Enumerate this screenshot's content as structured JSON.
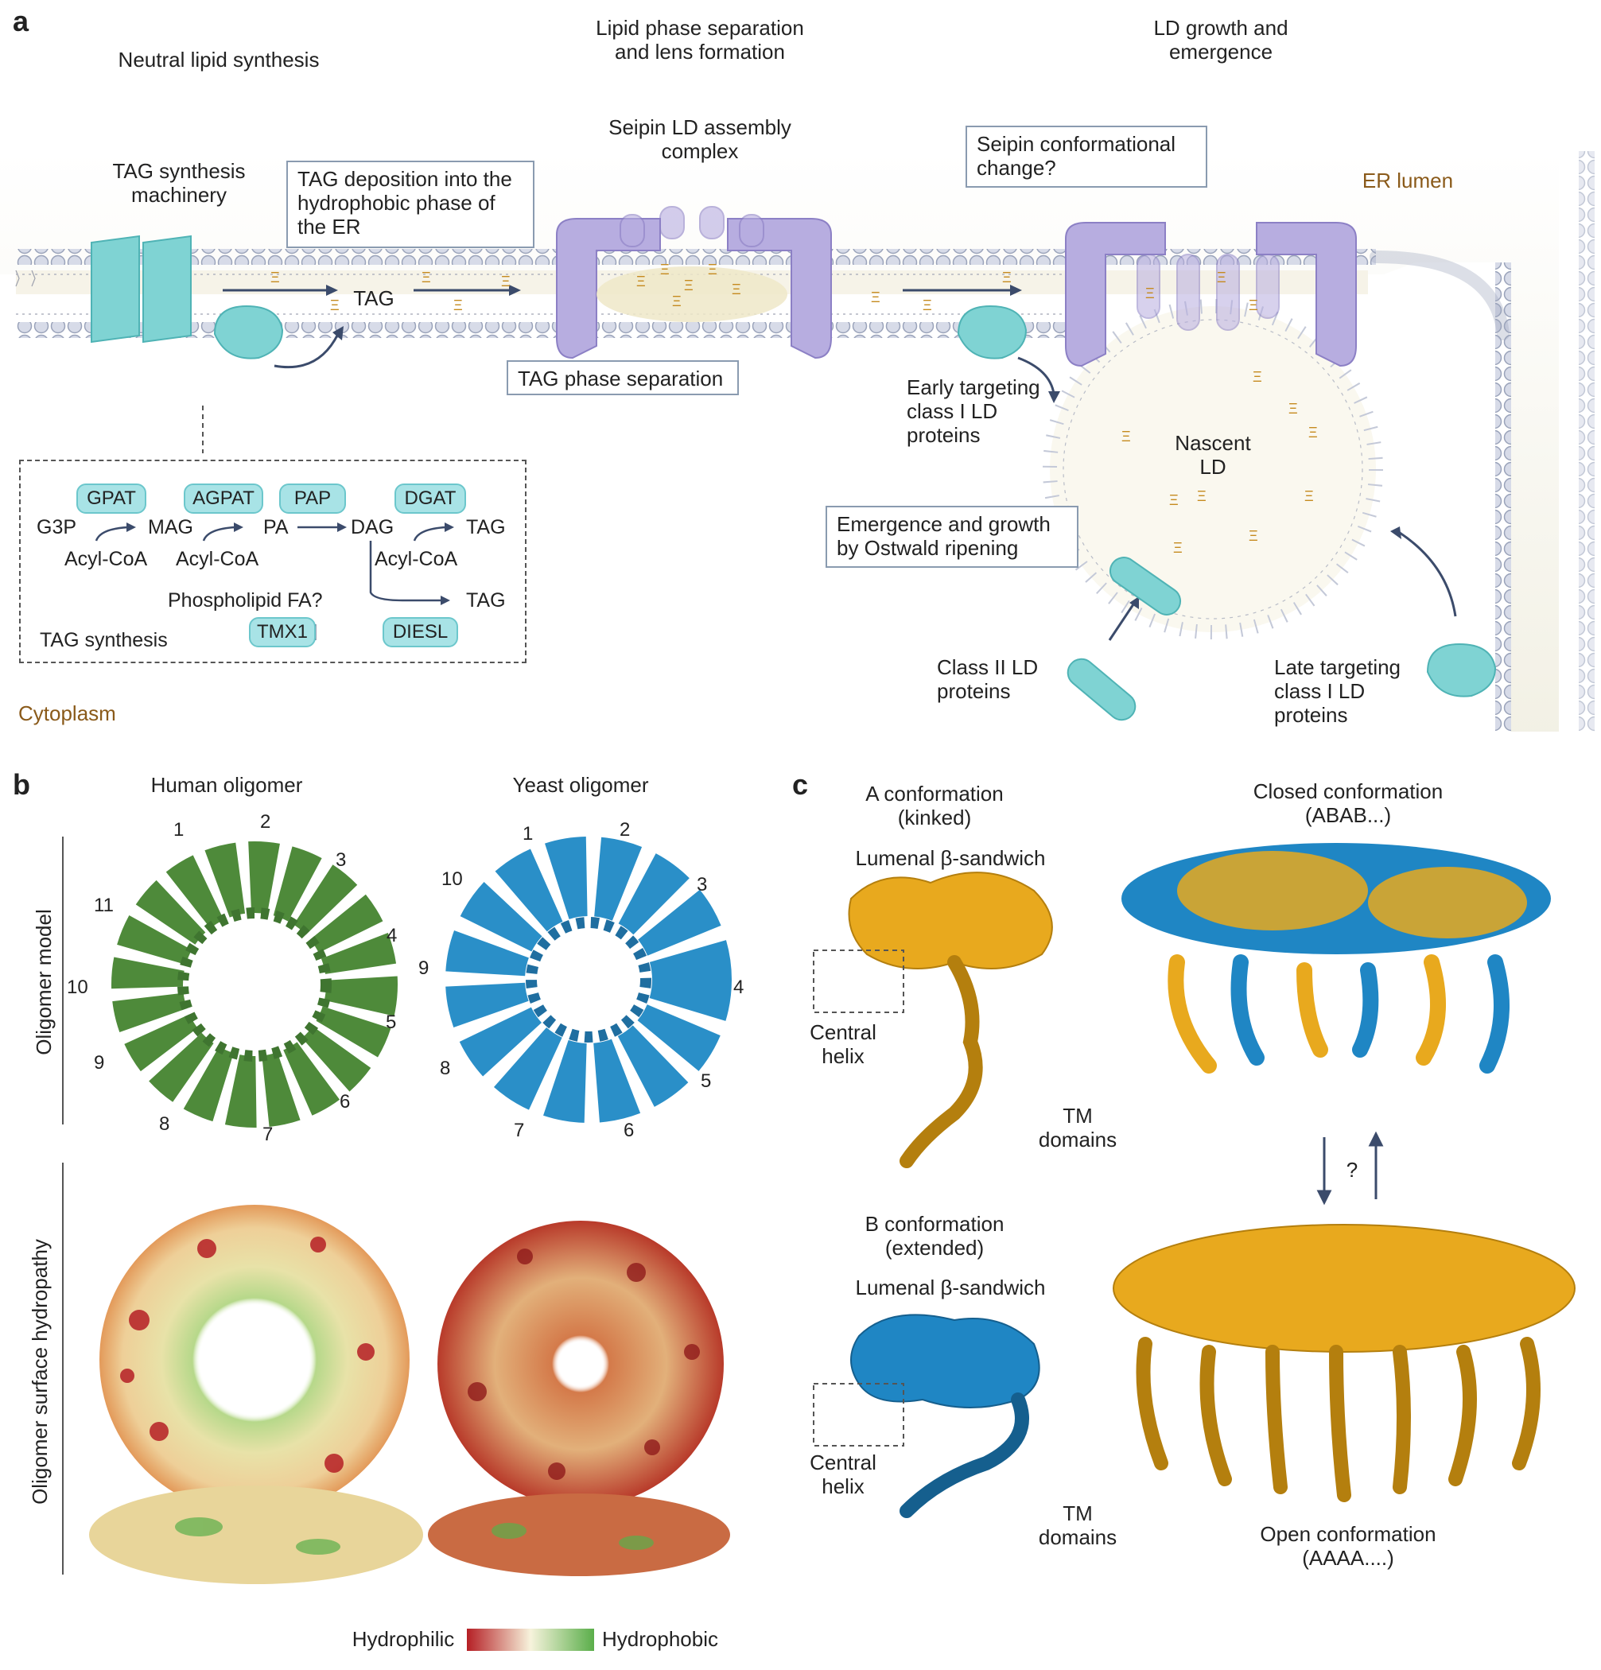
{
  "panel_a": {
    "letter": "a",
    "stage1_title": "Neutral lipid synthesis",
    "stage2_title": "Lipid phase separation and lens formation",
    "stage3_title": "LD growth and emergence",
    "tag_machinery": "TAG synthesis machinery",
    "tag_deposition": "TAG deposition into the hydrophobic phase of the ER",
    "tag_label": "TAG",
    "seipin_complex": "Seipin LD assembly complex",
    "tag_phase_sep": "TAG phase separation",
    "seipin_conf_change": "Seipin conformational change?",
    "er_lumen": "ER lumen",
    "cytoplasm": "Cytoplasm",
    "early_targeting": "Early targeting class I LD proteins",
    "nascent_ld": "Nascent LD",
    "emergence": "Emergence and growth by Ostwald ripening",
    "class2": "Class II LD proteins",
    "late_targeting": "Late targeting class I LD proteins",
    "inset": {
      "enzymes": [
        "GPAT",
        "AGPAT",
        "PAP",
        "DGAT"
      ],
      "g3p": "G3P",
      "mag": "MAG",
      "pa": "PA",
      "dag": "DAG",
      "tag1": "TAG",
      "acyl1": "Acyl-CoA",
      "acyl2": "Acyl-CoA",
      "acyl3": "Acyl-CoA",
      "phospholipid": "Phospholipid FA?",
      "tag2": "TAG",
      "tmx1": "TMX1",
      "diesl": "DIESL",
      "title": "TAG synthesis"
    }
  },
  "panel_b": {
    "letter": "b",
    "human_title": "Human oligomer",
    "yeast_title": "Yeast oligomer",
    "row1_label": "Oligomer model",
    "row2_label": "Oligomer surface hydropathy",
    "human_numbers": [
      "1",
      "2",
      "3",
      "4",
      "5",
      "6",
      "7",
      "8",
      "9",
      "10",
      "11"
    ],
    "yeast_numbers": [
      "1",
      "2",
      "3",
      "4",
      "5",
      "6",
      "7",
      "8",
      "9",
      "10"
    ],
    "legend_left": "Hydrophilic",
    "legend_right": "Hydrophobic",
    "colors": {
      "human": "#4e8a3a",
      "yeast": "#2a8fc8",
      "hydrophilic": "#b51f25",
      "hydrophobic": "#5aae4a"
    }
  },
  "panel_c": {
    "letter": "c",
    "a_conf": "A conformation (kinked)",
    "lumenal1": "Lumenal β-sandwich",
    "central1": "Central helix",
    "tm1": "TM domains",
    "b_conf": "B conformation (extended)",
    "lumenal2": "Lumenal β-sandwich",
    "central2": "Central helix",
    "tm2": "TM domains",
    "closed": "Closed conformation (ABAB...)",
    "question": "?",
    "open": "Open conformation (AAAA....)",
    "colors": {
      "a": "#e8a91e",
      "b": "#1f86c4"
    }
  }
}
